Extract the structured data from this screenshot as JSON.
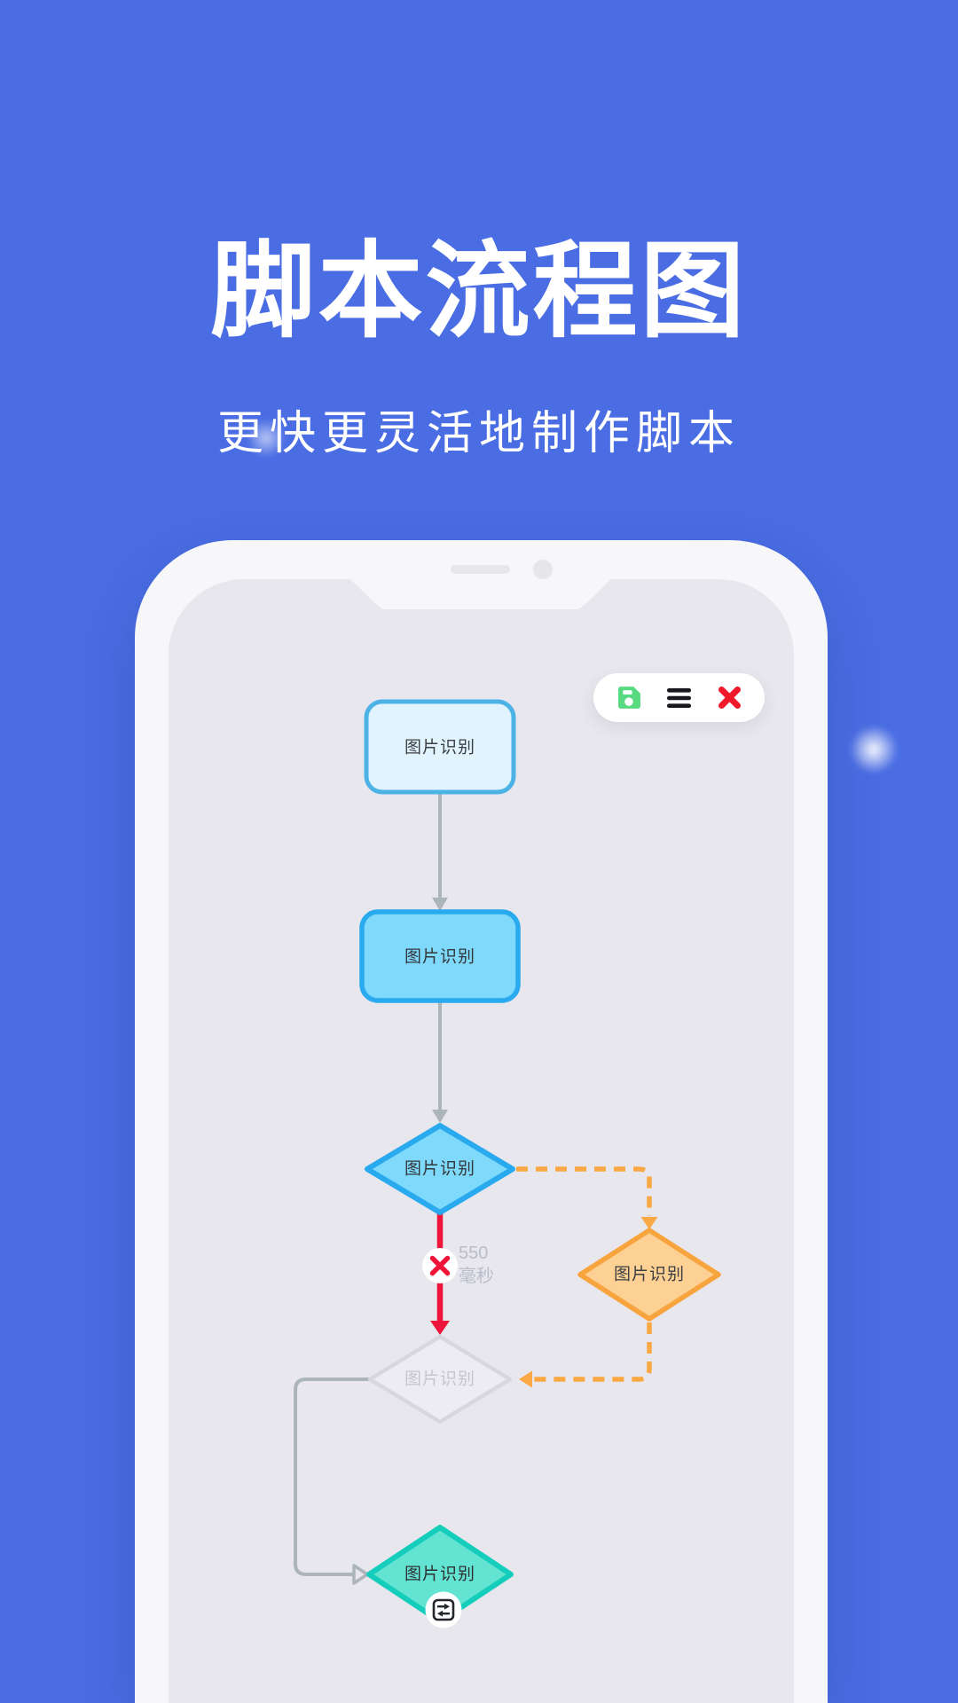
{
  "hero": {
    "title": "脚本流程图",
    "subtitle": "更快更灵活地制作脚本"
  },
  "toolbar": {
    "icons": [
      {
        "name": "save-icon",
        "color": "#57DA80"
      },
      {
        "name": "menu-icon",
        "color": "#17181C"
      },
      {
        "name": "close-icon",
        "color": "#F0192B"
      }
    ]
  },
  "flowchart": {
    "nodes": [
      {
        "id": "start",
        "shape": "rounded-rect",
        "label": "图片识别",
        "fill": "#E1F4FD",
        "border": "#4DB2E6"
      },
      {
        "id": "step2",
        "shape": "rounded-rect",
        "label": "图片识别",
        "fill": "#7ED9FA",
        "border": "#29A9EE"
      },
      {
        "id": "decision1",
        "shape": "diamond",
        "label": "图片识别",
        "fill": "#7ED9FA",
        "border": "#29A9EE"
      },
      {
        "id": "branch",
        "shape": "diamond",
        "label": "图片识别",
        "fill": "#FCD193",
        "border": "#F8A43E"
      },
      {
        "id": "decision2",
        "shape": "diamond",
        "label": "图片识别",
        "fill": "#EDECF2",
        "border": "#D8D7DD"
      },
      {
        "id": "end",
        "shape": "diamond",
        "label": "图片识别",
        "fill": "#63E3D1",
        "border": "#14CDBB"
      }
    ],
    "delay_label": {
      "value": "550",
      "unit": "毫秒"
    },
    "edge_colors": {
      "gray": "#ACB4BC",
      "red": "#F0143A",
      "orange_dashed": "#F9A843"
    }
  },
  "colors": {
    "page_background": "#4A6DE3",
    "phone_frame": "#F7F7F9",
    "screen_background": "#E8E7ED"
  }
}
